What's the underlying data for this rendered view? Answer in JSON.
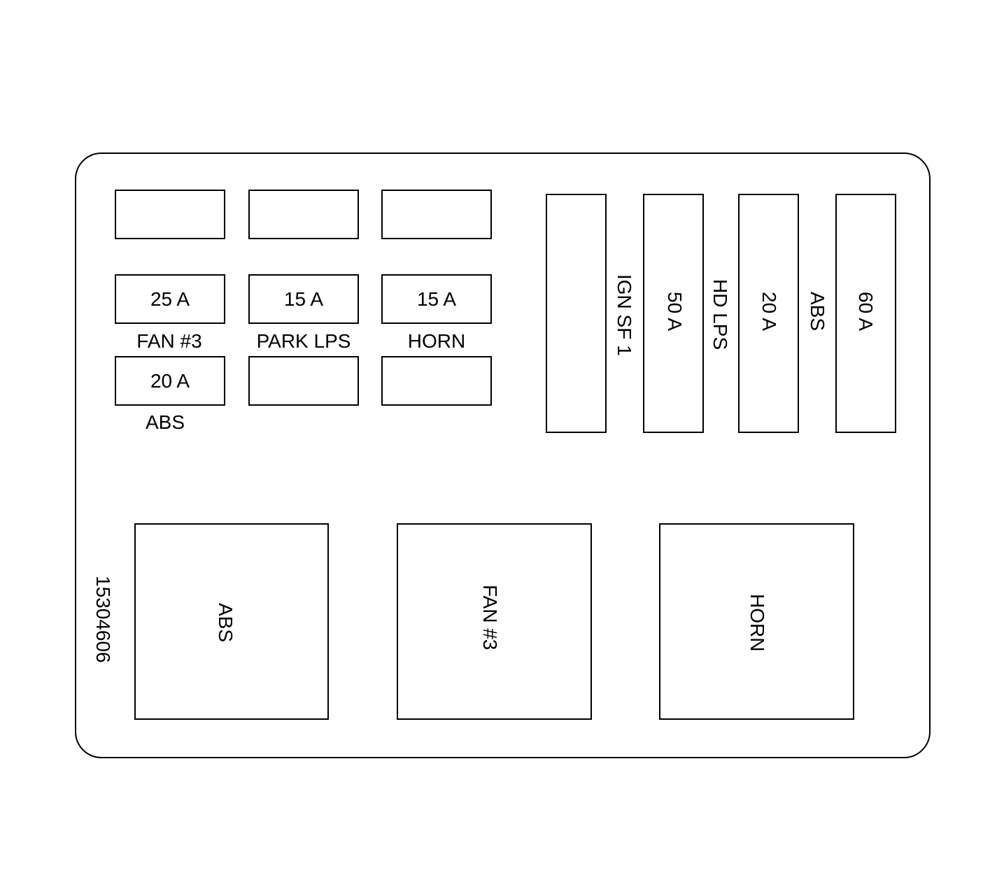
{
  "diagram": {
    "part_number": "15304606",
    "small_fuses": {
      "row2": [
        {
          "rating": "25 A",
          "label": "FAN #3"
        },
        {
          "rating": "15 A",
          "label": "PARK LPS"
        },
        {
          "rating": "15 A",
          "label": "HORN"
        }
      ],
      "row3": [
        {
          "rating": "20 A",
          "label": "ABS"
        }
      ]
    },
    "maxi_fuses": [
      {
        "rating": "",
        "label": "IGN SF 1"
      },
      {
        "rating": "50 A",
        "label": "HD LPS"
      },
      {
        "rating": "20 A",
        "label": "ABS"
      },
      {
        "rating": "60 A",
        "label": ""
      }
    ],
    "relays": [
      {
        "label": "ABS"
      },
      {
        "label": "FAN #3"
      },
      {
        "label": "HORN"
      }
    ]
  }
}
